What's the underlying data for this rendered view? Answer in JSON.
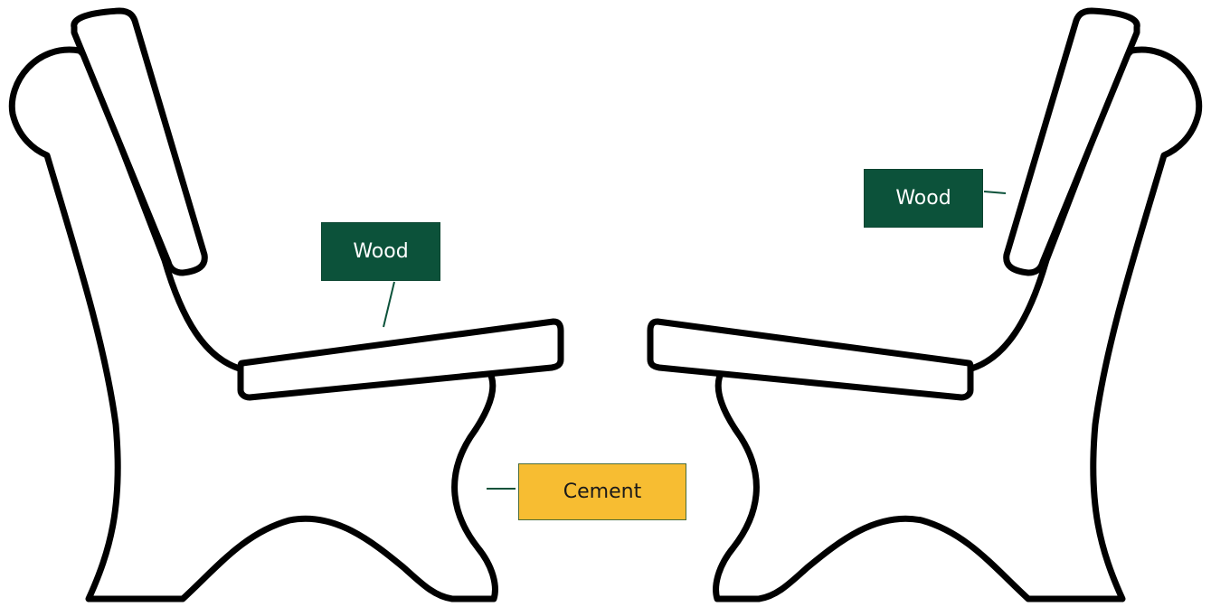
{
  "labels": {
    "seat_left": "Wood",
    "backrest_right": "Wood",
    "leg_left": "Cement"
  },
  "colors": {
    "wood_label_bg": "#0c523a",
    "wood_label_text": "#ffffff",
    "cement_label_bg": "#f7bd32",
    "cement_label_text": "#1a1a1a",
    "outline": "#000000",
    "leader_line": "#0c523a"
  }
}
